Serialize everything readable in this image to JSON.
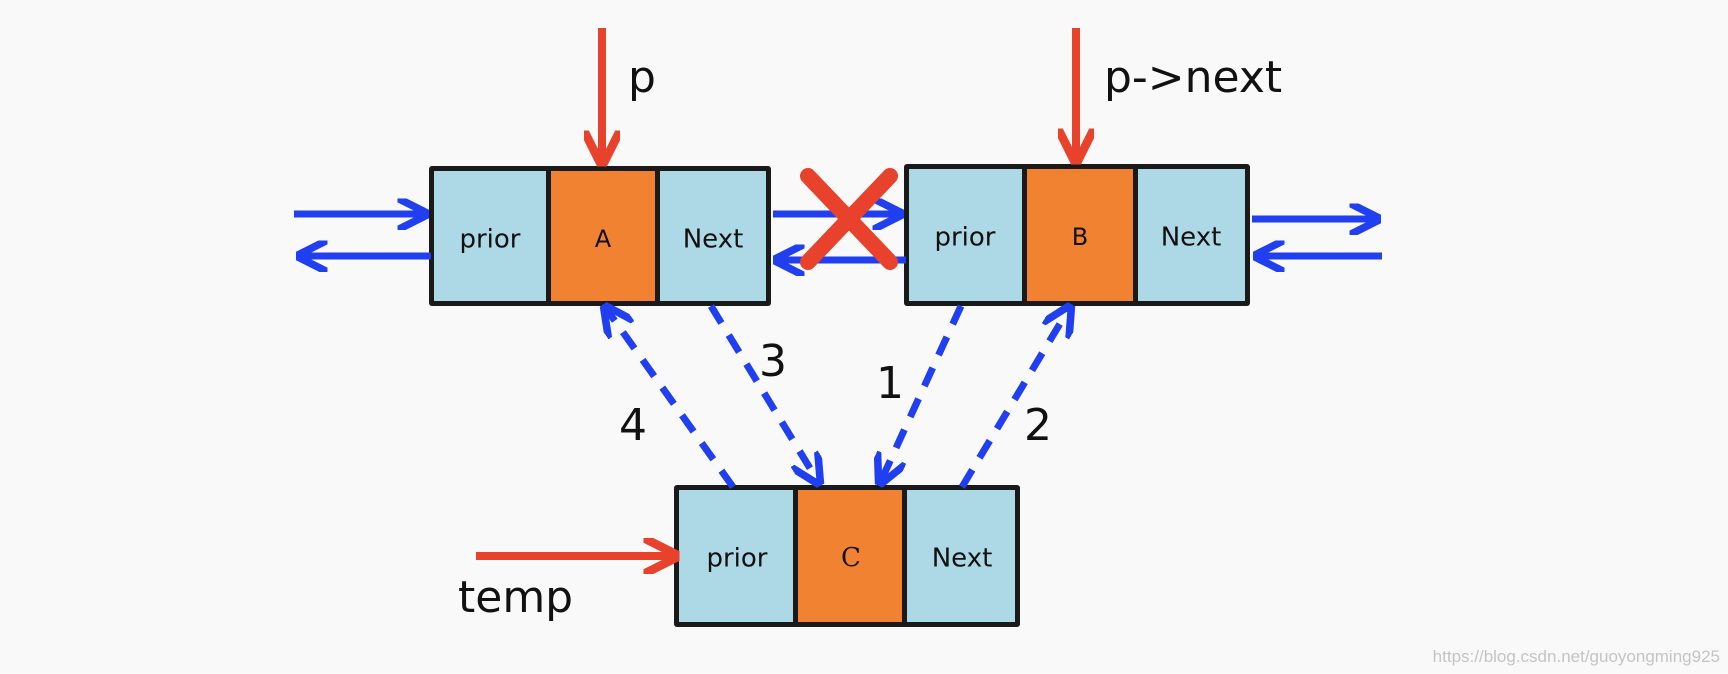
{
  "nodes": {
    "a": {
      "prior_label": "prior",
      "data_label": "A",
      "next_label": "Next"
    },
    "b": {
      "prior_label": "prior",
      "data_label": "B",
      "next_label": "Next"
    },
    "c": {
      "prior_label": "prior",
      "data_label": "C",
      "next_label": "Next"
    }
  },
  "pointers": {
    "p": "p",
    "p_next": "p->next",
    "temp": "temp"
  },
  "steps": [
    "1",
    "2",
    "3",
    "4"
  ],
  "watermark": "https://blog.csdn.net/guoyongming925",
  "colors": {
    "cell_fill": "#add8e6",
    "data_fill": "#f08232",
    "border": "#1a1a1a",
    "pointer_arrow": "#e8412c",
    "link_arrow": "#1f3ff0",
    "cross": "#e8412c",
    "background": "#f9f9f9"
  }
}
